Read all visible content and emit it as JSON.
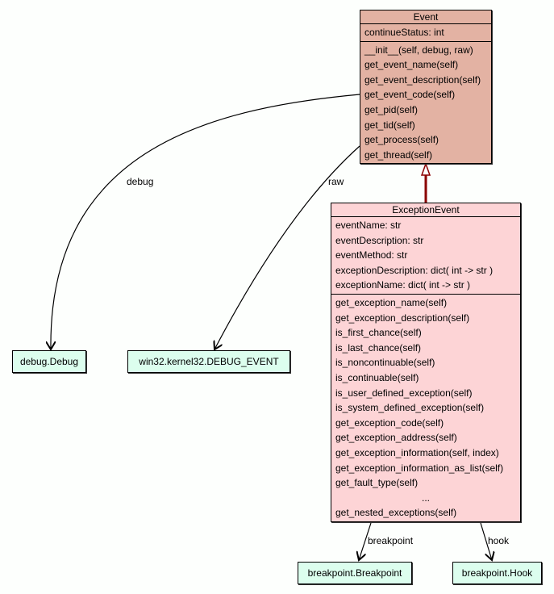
{
  "classes": {
    "event": {
      "name": "Event",
      "attributes": [
        "continueStatus: int"
      ],
      "methods": [
        "__init__(self, debug, raw)",
        "get_event_name(self)",
        "get_event_description(self)",
        "get_event_code(self)",
        "get_pid(self)",
        "get_tid(self)",
        "get_process(self)",
        "get_thread(self)"
      ]
    },
    "exception_event": {
      "name": "ExceptionEvent",
      "attributes": [
        "eventName: str",
        "eventDescription: str",
        "eventMethod: str",
        "exceptionDescription: dict( int -> str )",
        "exceptionName: dict( int -> str )"
      ],
      "methods": [
        "get_exception_name(self)",
        "get_exception_description(self)",
        "is_first_chance(self)",
        "is_last_chance(self)",
        "is_noncontinuable(self)",
        "is_continuable(self)",
        "is_user_defined_exception(self)",
        "is_system_defined_exception(self)",
        "get_exception_code(self)",
        "get_exception_address(self)",
        "get_exception_information(self, index)",
        "get_exception_information_as_list(self)",
        "get_fault_type(self)",
        "...",
        "get_nested_exceptions(self)"
      ]
    }
  },
  "external_classes": {
    "debug": "debug.Debug",
    "debug_event": "win32.kernel32.DEBUG_EVENT",
    "breakpoint": "breakpoint.Breakpoint",
    "hook": "breakpoint.Hook"
  },
  "edge_labels": {
    "debug": "debug",
    "raw": "raw",
    "breakpoint": "breakpoint",
    "hook": "hook"
  },
  "colors": {
    "event_fill": "#e3b2a3",
    "exception_event_fill": "#fdd4d6",
    "external_fill": "#dcfeee",
    "inheritance_edge": "#8b0000",
    "association_edge": "#000000"
  }
}
